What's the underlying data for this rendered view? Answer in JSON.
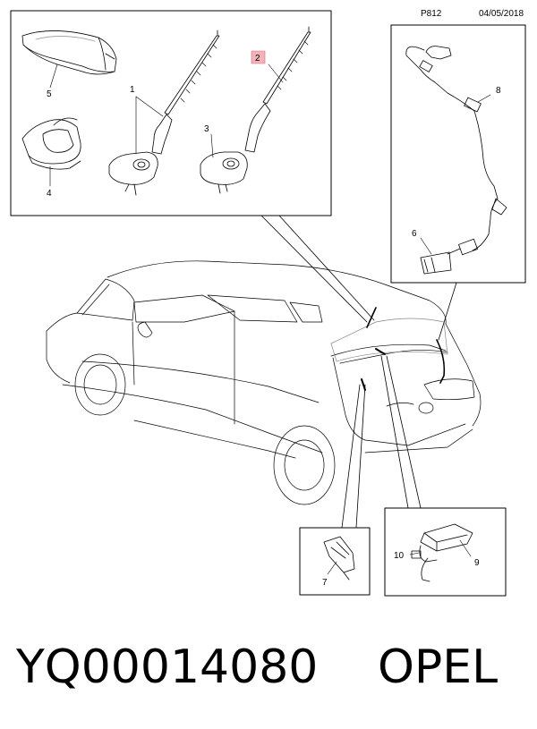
{
  "header": {
    "page_code": "P812",
    "date": "04/05/2018"
  },
  "callouts": {
    "c1": "1",
    "c2": "2",
    "c3": "3",
    "c4": "4",
    "c5": "5",
    "c6": "6",
    "c7": "7",
    "c8": "8",
    "c9": "9",
    "c10": "10"
  },
  "highlight_color": "#f4b3b8",
  "footer": {
    "part_number": "YQ00014080",
    "brand": "OPEL"
  }
}
